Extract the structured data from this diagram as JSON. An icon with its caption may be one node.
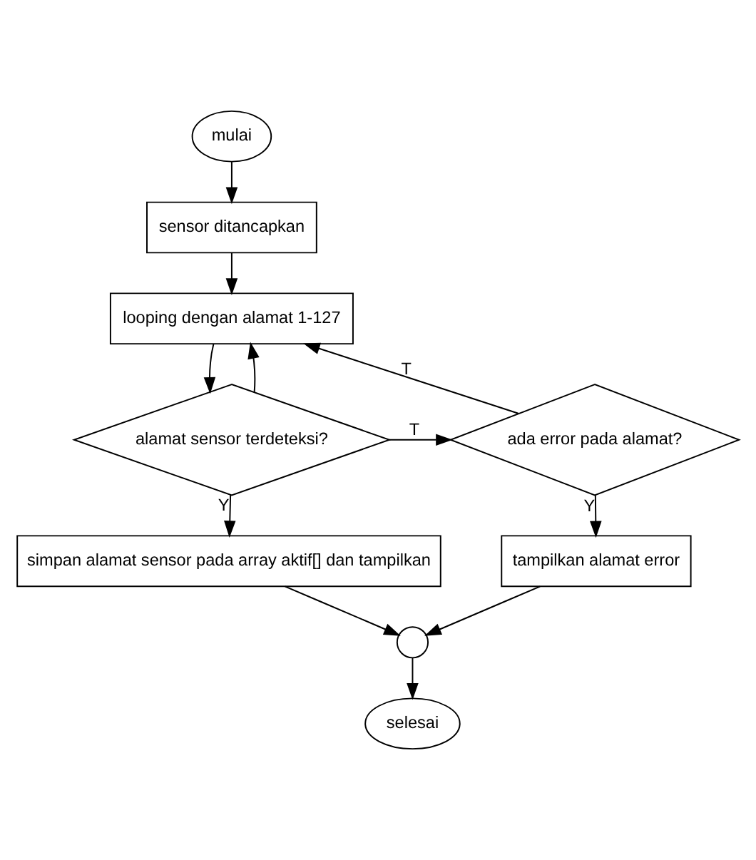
{
  "diagram": {
    "nodes": [
      {
        "text": [
          "mulai"
        ]
      },
      {
        "text": [
          "sensor ditancapkan"
        ]
      },
      {
        "text": [
          "looping dengan alamat 1-127"
        ]
      },
      {
        "text": [
          "alamat sensor terdeteksi?"
        ]
      },
      {
        "text": [
          "ada error pada alamat?"
        ]
      },
      {
        "text": [
          "simpan alamat sensor pada array aktif[] dan tampilkan"
        ]
      },
      {
        "text": [
          "tampilkan alamat error"
        ]
      },
      {
        "text": [],
        "shape": "circle"
      },
      {
        "text": [
          "selesai"
        ]
      }
    ],
    "edges": [
      {
        "from": 0,
        "to": 1,
        "arrow": "to"
      },
      {
        "from": 1,
        "to": 2,
        "arrow": "to"
      },
      {
        "from": 2,
        "to": 3,
        "arrow": "to"
      },
      {
        "from": 3,
        "to": 2,
        "arrow": "to"
      },
      {
        "from": 3,
        "to": 4,
        "arrow": "to",
        "label": "T"
      },
      {
        "from": 4,
        "to": 2,
        "arrow": "to",
        "label": "T"
      },
      {
        "from": 3,
        "to": 5,
        "arrow": "to",
        "label": "Y"
      },
      {
        "from": 4,
        "to": 6,
        "arrow": "to",
        "label": "Y"
      },
      {
        "from": 5,
        "to": 7,
        "arrow": "to"
      },
      {
        "from": 6,
        "to": 7,
        "arrow": "to"
      },
      {
        "from": 7,
        "to": 8,
        "arrow": "to"
      }
    ]
  }
}
